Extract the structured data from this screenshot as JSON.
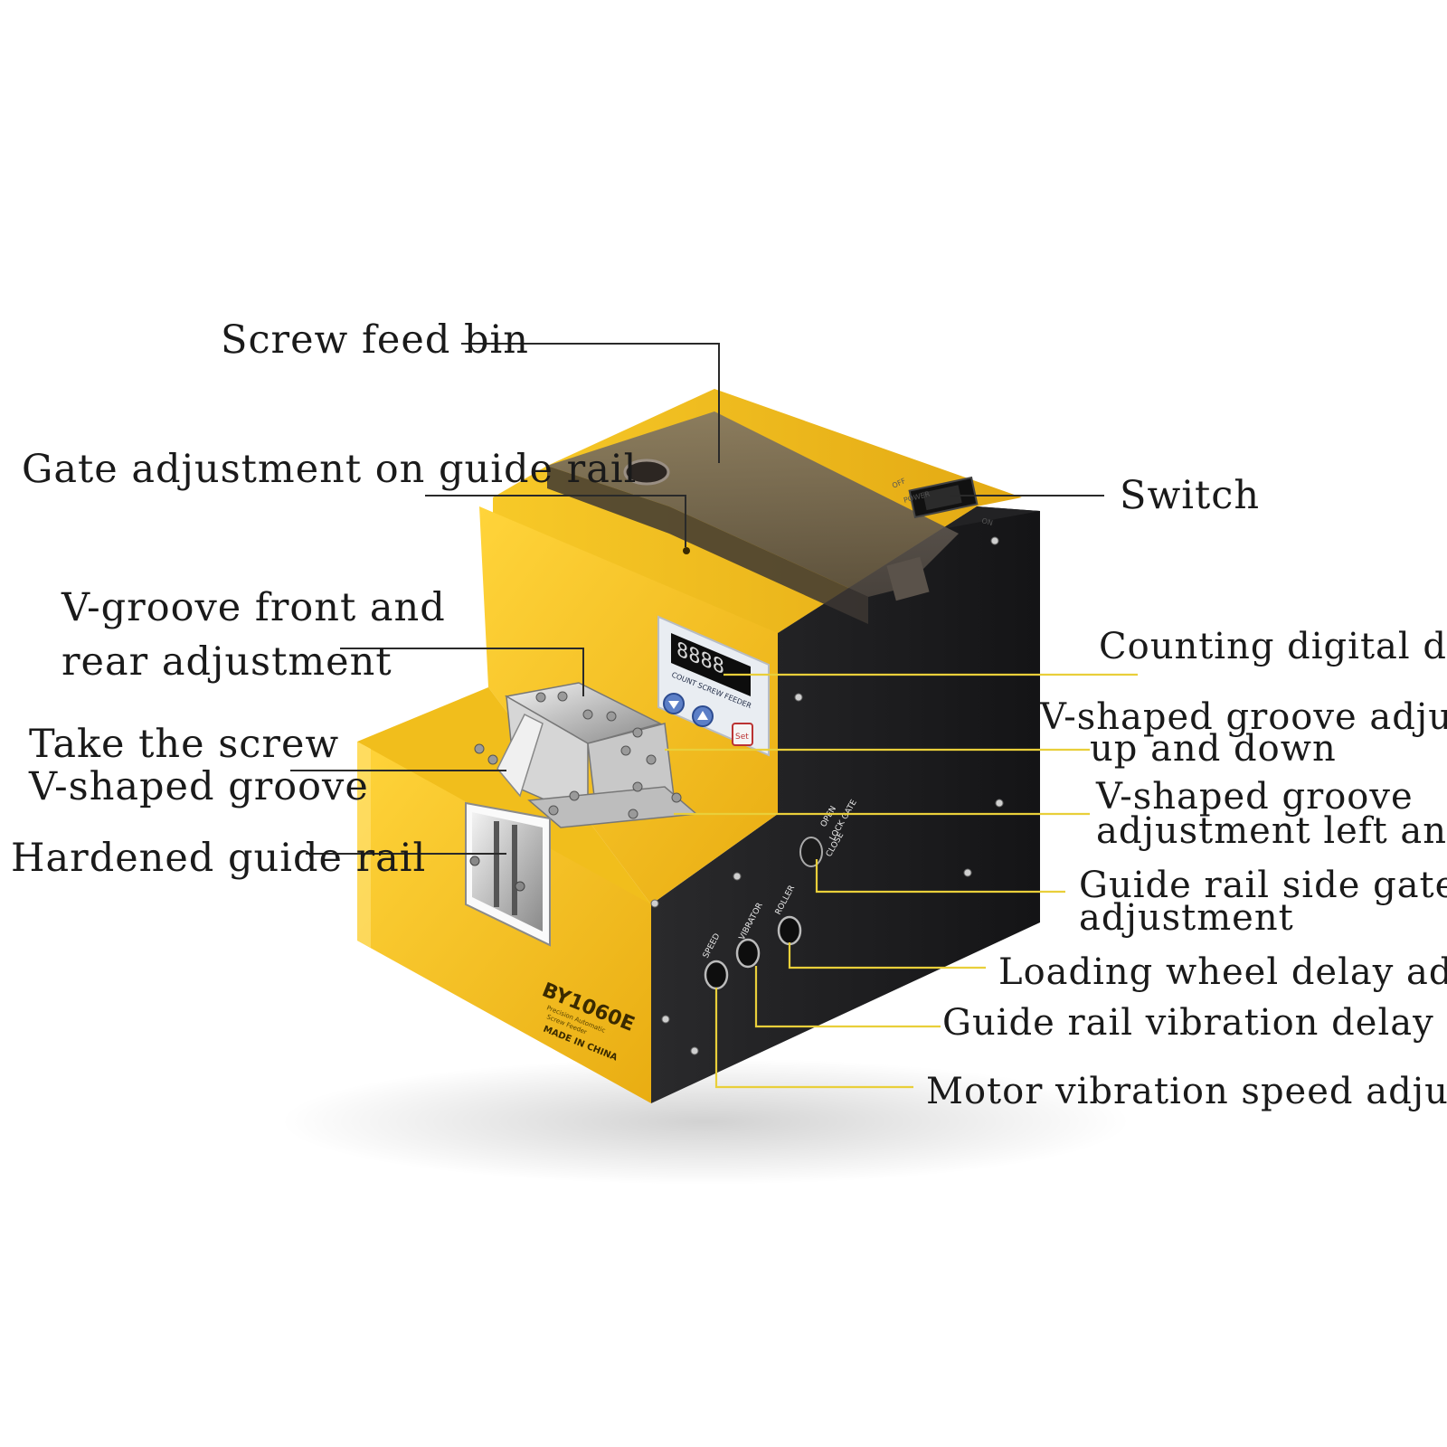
{
  "labels": {
    "screw_feed_bin": "Screw feed bin",
    "gate_adjustment": "Gate adjustment on guide rail",
    "switch": "Switch",
    "vgroove_front_rear_1": "V-groove front and",
    "vgroove_front_rear_2": "rear adjustment",
    "take_screw_1": "Take the screw",
    "take_screw_2": "V-shaped groove",
    "hardened_rail": "Hardened guide rail",
    "counting_display": "Counting digital display",
    "vgroove_updown_1": "V-shaped groove adjustment",
    "vgroove_updown_2": "up and down",
    "vgroove_lr_1": "V-shaped groove",
    "vgroove_lr_2": "adjustment left and right",
    "side_gate_1": "Guide rail side gate",
    "side_gate_2": "adjustment",
    "loading_wheel": "Loading wheel delay adjustment",
    "rail_vibration": "Guide rail vibration delay adjustment",
    "motor_speed": "Motor vibration speed adjustment"
  },
  "device": {
    "model": "BY1060E",
    "subtitle_1": "Precision Automatic",
    "subtitle_2": "Screw Feeder",
    "origin": "MADE IN CHINA",
    "display_digits": "8888",
    "panel_caption": "COUNT SCREW FEEDER",
    "set_key": "Set",
    "power_label": "POWER",
    "power_off": "OFF",
    "power_on": "ON",
    "gate_open": "OPEN",
    "gate_lock": "LOCK GATE",
    "gate_close": "CLOSE",
    "knob_speed": "SPEED",
    "knob_vibrator": "VIBRATOR",
    "knob_roller": "ROLLER"
  },
  "colors": {
    "body_yellow": "#f4c21b",
    "body_black": "#1c1c1e",
    "bin_tint": "#6b625a",
    "yellow_leader": "#e9cf3a",
    "dark_leader": "#2a2a2a"
  }
}
